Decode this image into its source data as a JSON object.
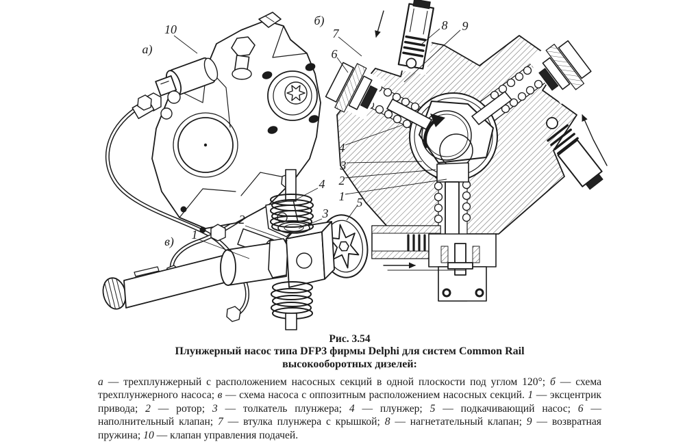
{
  "page": {
    "background": "#ffffff",
    "ink": "#1b1b1b"
  },
  "figure": {
    "panel_labels": {
      "a": "а)",
      "b": "б)",
      "v": "в)"
    },
    "part_labels": {
      "a_10": "10",
      "b_7": "7",
      "b_6": "6",
      "b_8": "8",
      "b_9": "9",
      "b_4": "4",
      "b_3": "3",
      "b_2": "2",
      "b_1": "1",
      "mid_5": "5",
      "v_4": "4",
      "v_3": "3",
      "v_2": "2",
      "v_1": "1"
    }
  },
  "caption": {
    "figure_number": "Рис. 3.54",
    "title_line1": "Плунжерный насос типа DFP3 фирмы Delphi для систем Common Rail",
    "title_line2": "высокооборотных дизелей:",
    "description_segments": [
      {
        "text": "а",
        "italic": true
      },
      {
        "text": " — трехплунжерный с расположением насосных секций в одной плоскости под углом 120°; ",
        "italic": false
      },
      {
        "text": "б",
        "italic": true
      },
      {
        "text": " — схема трехплунжерного насоса; ",
        "italic": false
      },
      {
        "text": "в",
        "italic": true
      },
      {
        "text": " — схема насоса с оппозитным расположением насосных секций. ",
        "italic": false
      },
      {
        "text": "1",
        "italic": true
      },
      {
        "text": " — эксцентрик привода; ",
        "italic": false
      },
      {
        "text": "2",
        "italic": true
      },
      {
        "text": " — ротор; ",
        "italic": false
      },
      {
        "text": "3",
        "italic": true
      },
      {
        "text": " — толкатель плунжера; ",
        "italic": false
      },
      {
        "text": "4",
        "italic": true
      },
      {
        "text": " — плунжер; ",
        "italic": false
      },
      {
        "text": "5",
        "italic": true
      },
      {
        "text": " — подкачивающий насос; ",
        "italic": false
      },
      {
        "text": "6",
        "italic": true
      },
      {
        "text": " — наполнительный клапан; ",
        "italic": false
      },
      {
        "text": "7",
        "italic": true
      },
      {
        "text": " — втулка плунжера с крышкой; ",
        "italic": false
      },
      {
        "text": "8",
        "italic": true
      },
      {
        "text": " — нагнетательный клапан; ",
        "italic": false
      },
      {
        "text": "9",
        "italic": true
      },
      {
        "text": " — возвратная пружина; ",
        "italic": false
      },
      {
        "text": "10",
        "italic": true
      },
      {
        "text": " — клапан управления подачей.",
        "italic": false
      }
    ]
  }
}
